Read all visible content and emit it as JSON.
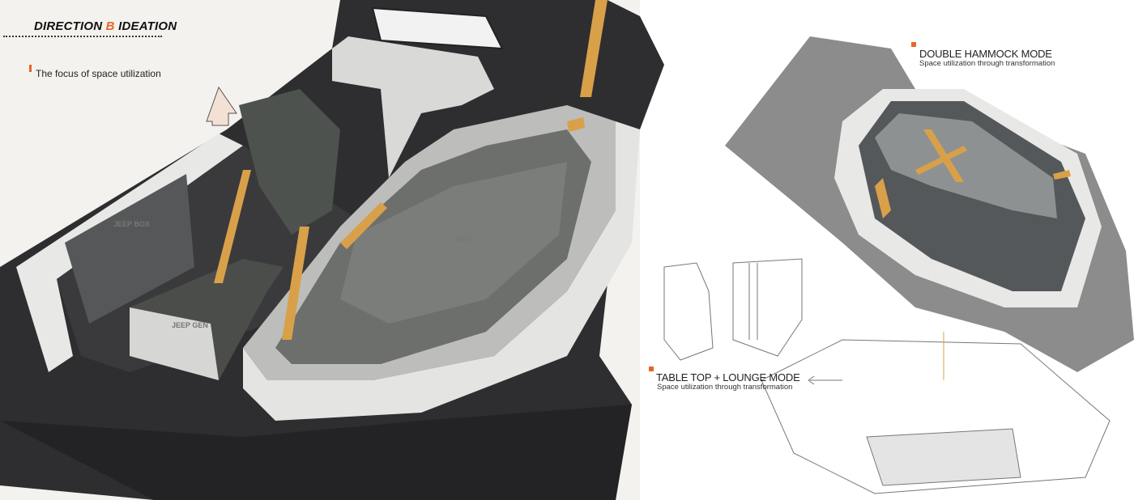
{
  "header": {
    "title_prefix": "DIRECTION ",
    "title_accent": "B",
    "title_suffix": " IDEATION",
    "subtitle": "The focus of space utilization"
  },
  "modes": [
    {
      "title": "DOUBLE HAMMOCK MODE",
      "subtitle": "Space utilization through transformation"
    },
    {
      "title": "TABLE TOP + LOUNGE MODE",
      "subtitle": "Space utilization through transformation"
    }
  ],
  "illustration_labels": [
    "JEEP BOX",
    "JEEP GEN",
    "JEEP"
  ],
  "colors": {
    "accent": "#e8652a",
    "strap": "#d9a04a",
    "dark_shell": "#2e2e30",
    "fabric": "#6d6f6c"
  }
}
